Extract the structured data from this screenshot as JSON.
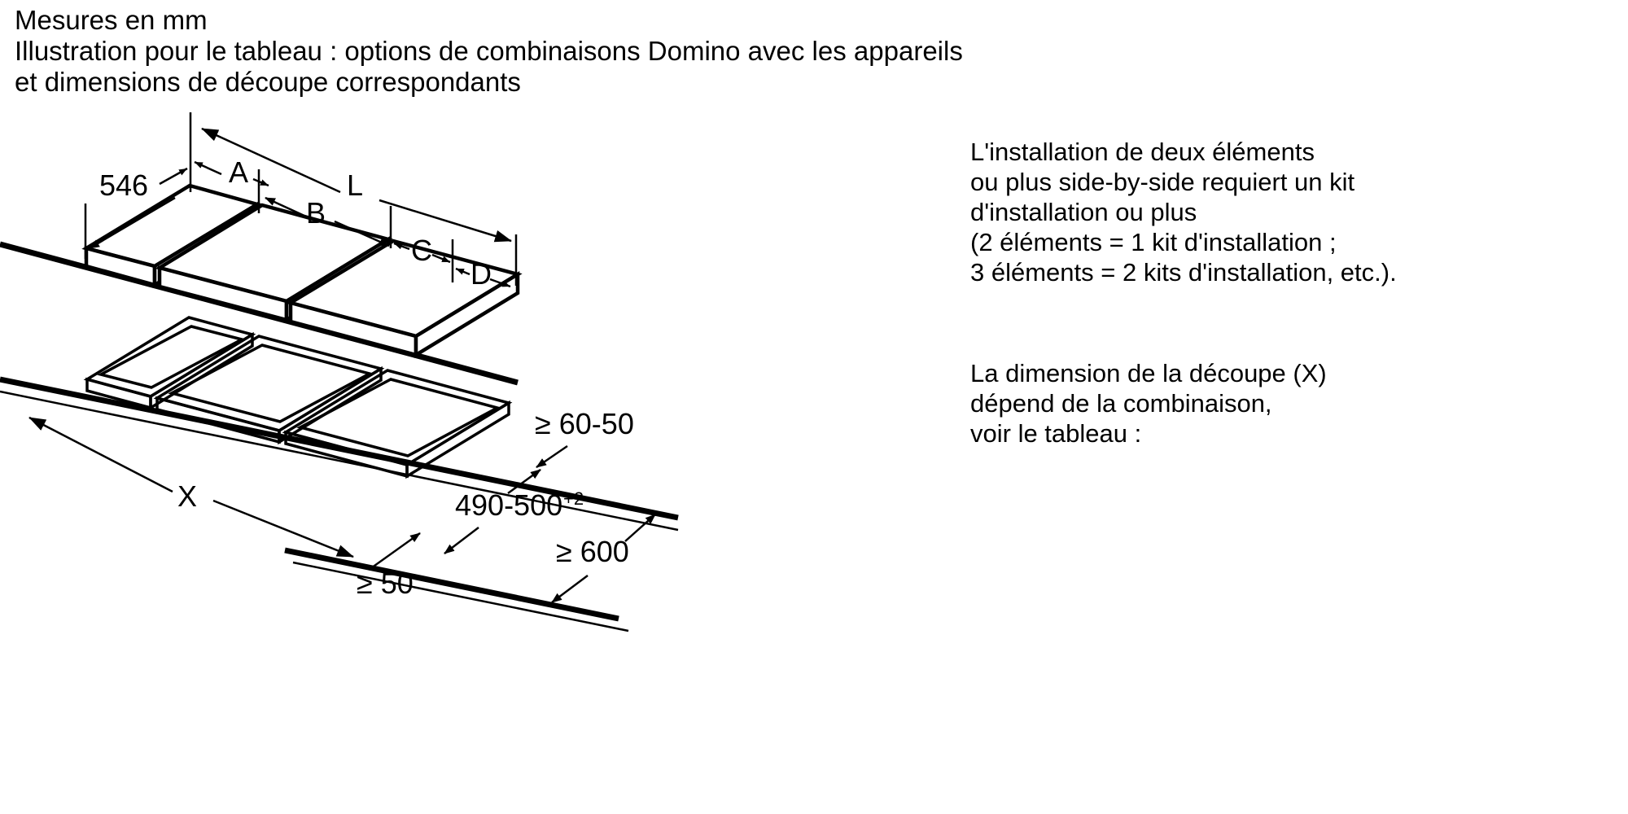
{
  "document": {
    "type": "technical-installation-drawing",
    "units_note": "Mesures en mm",
    "background_color": "#ffffff",
    "line_color": "#000000"
  },
  "header": {
    "lines": [
      "Mesures en mm",
      "Illustration pour le tableau : options de combinaisons Domino avec les appareils",
      "et dimensions de découpe correspondants"
    ],
    "line1": "Mesures en mm",
    "line2": "Illustration pour le tableau : options de combinaisons Domino avec les appareils",
    "line3": "et dimensions de découpe correspondants"
  },
  "notes": {
    "note_kit": {
      "line1": "L'installation de deux éléments",
      "line2": "ou plus side-by-side requiert un kit",
      "line3": "d'installation ou plus",
      "line4": "(2 éléments = 1 kit d'installation ;",
      "line5": "3 éléments = 2 kits d'installation, etc.)."
    },
    "note_cutout": {
      "line1": "La dimension de la découpe (X)",
      "line2": "dépend de la combinaison,",
      "line3": "voir le tableau :"
    }
  },
  "figure_top": {
    "caption": "Appliances placed side-by-side on worktop, isometric view",
    "labels": {
      "depth_546": "546",
      "dim_A": "A",
      "dim_B": "B",
      "dim_C": "C",
      "dim_D": "D",
      "dim_L": "L"
    }
  },
  "figure_bottom": {
    "caption": "Worktop cut-outs, isometric view",
    "labels": {
      "dim_X": "X",
      "gap_min_50": "≥ 50",
      "depth_490_500": "490-500",
      "depth_490_500_sup": "+2",
      "rear_min_60_50": "≥ 60-50",
      "front_min_600": "≥ 600"
    }
  }
}
